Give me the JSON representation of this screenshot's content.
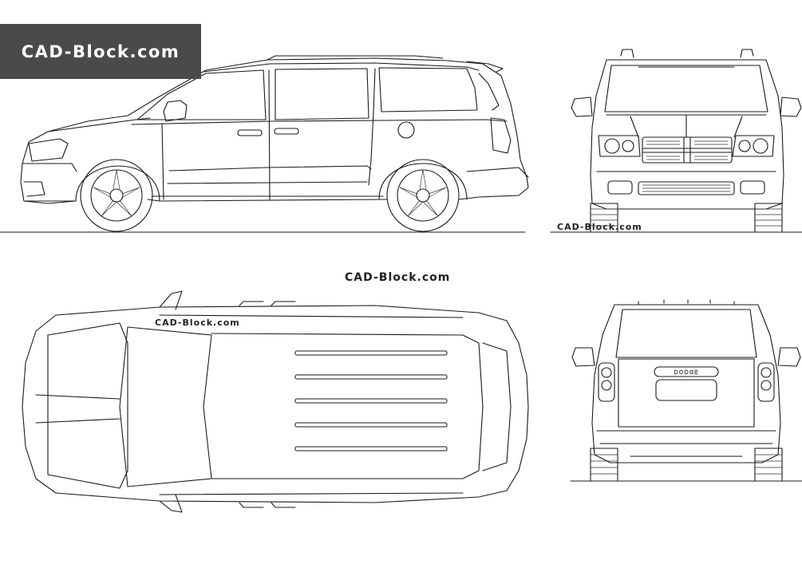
{
  "brand": {
    "logo_text": "CAD-Block.com",
    "logo_bg": "#4a4a4a",
    "logo_fg": "#ffffff"
  },
  "watermarks": {
    "front": "CAD-Block.com",
    "center": "CAD-Block.com",
    "top": "CAD-Block.com"
  },
  "rear_badge": "DODGE",
  "colors": {
    "line": "#1a1a1a",
    "background": "#ffffff"
  }
}
